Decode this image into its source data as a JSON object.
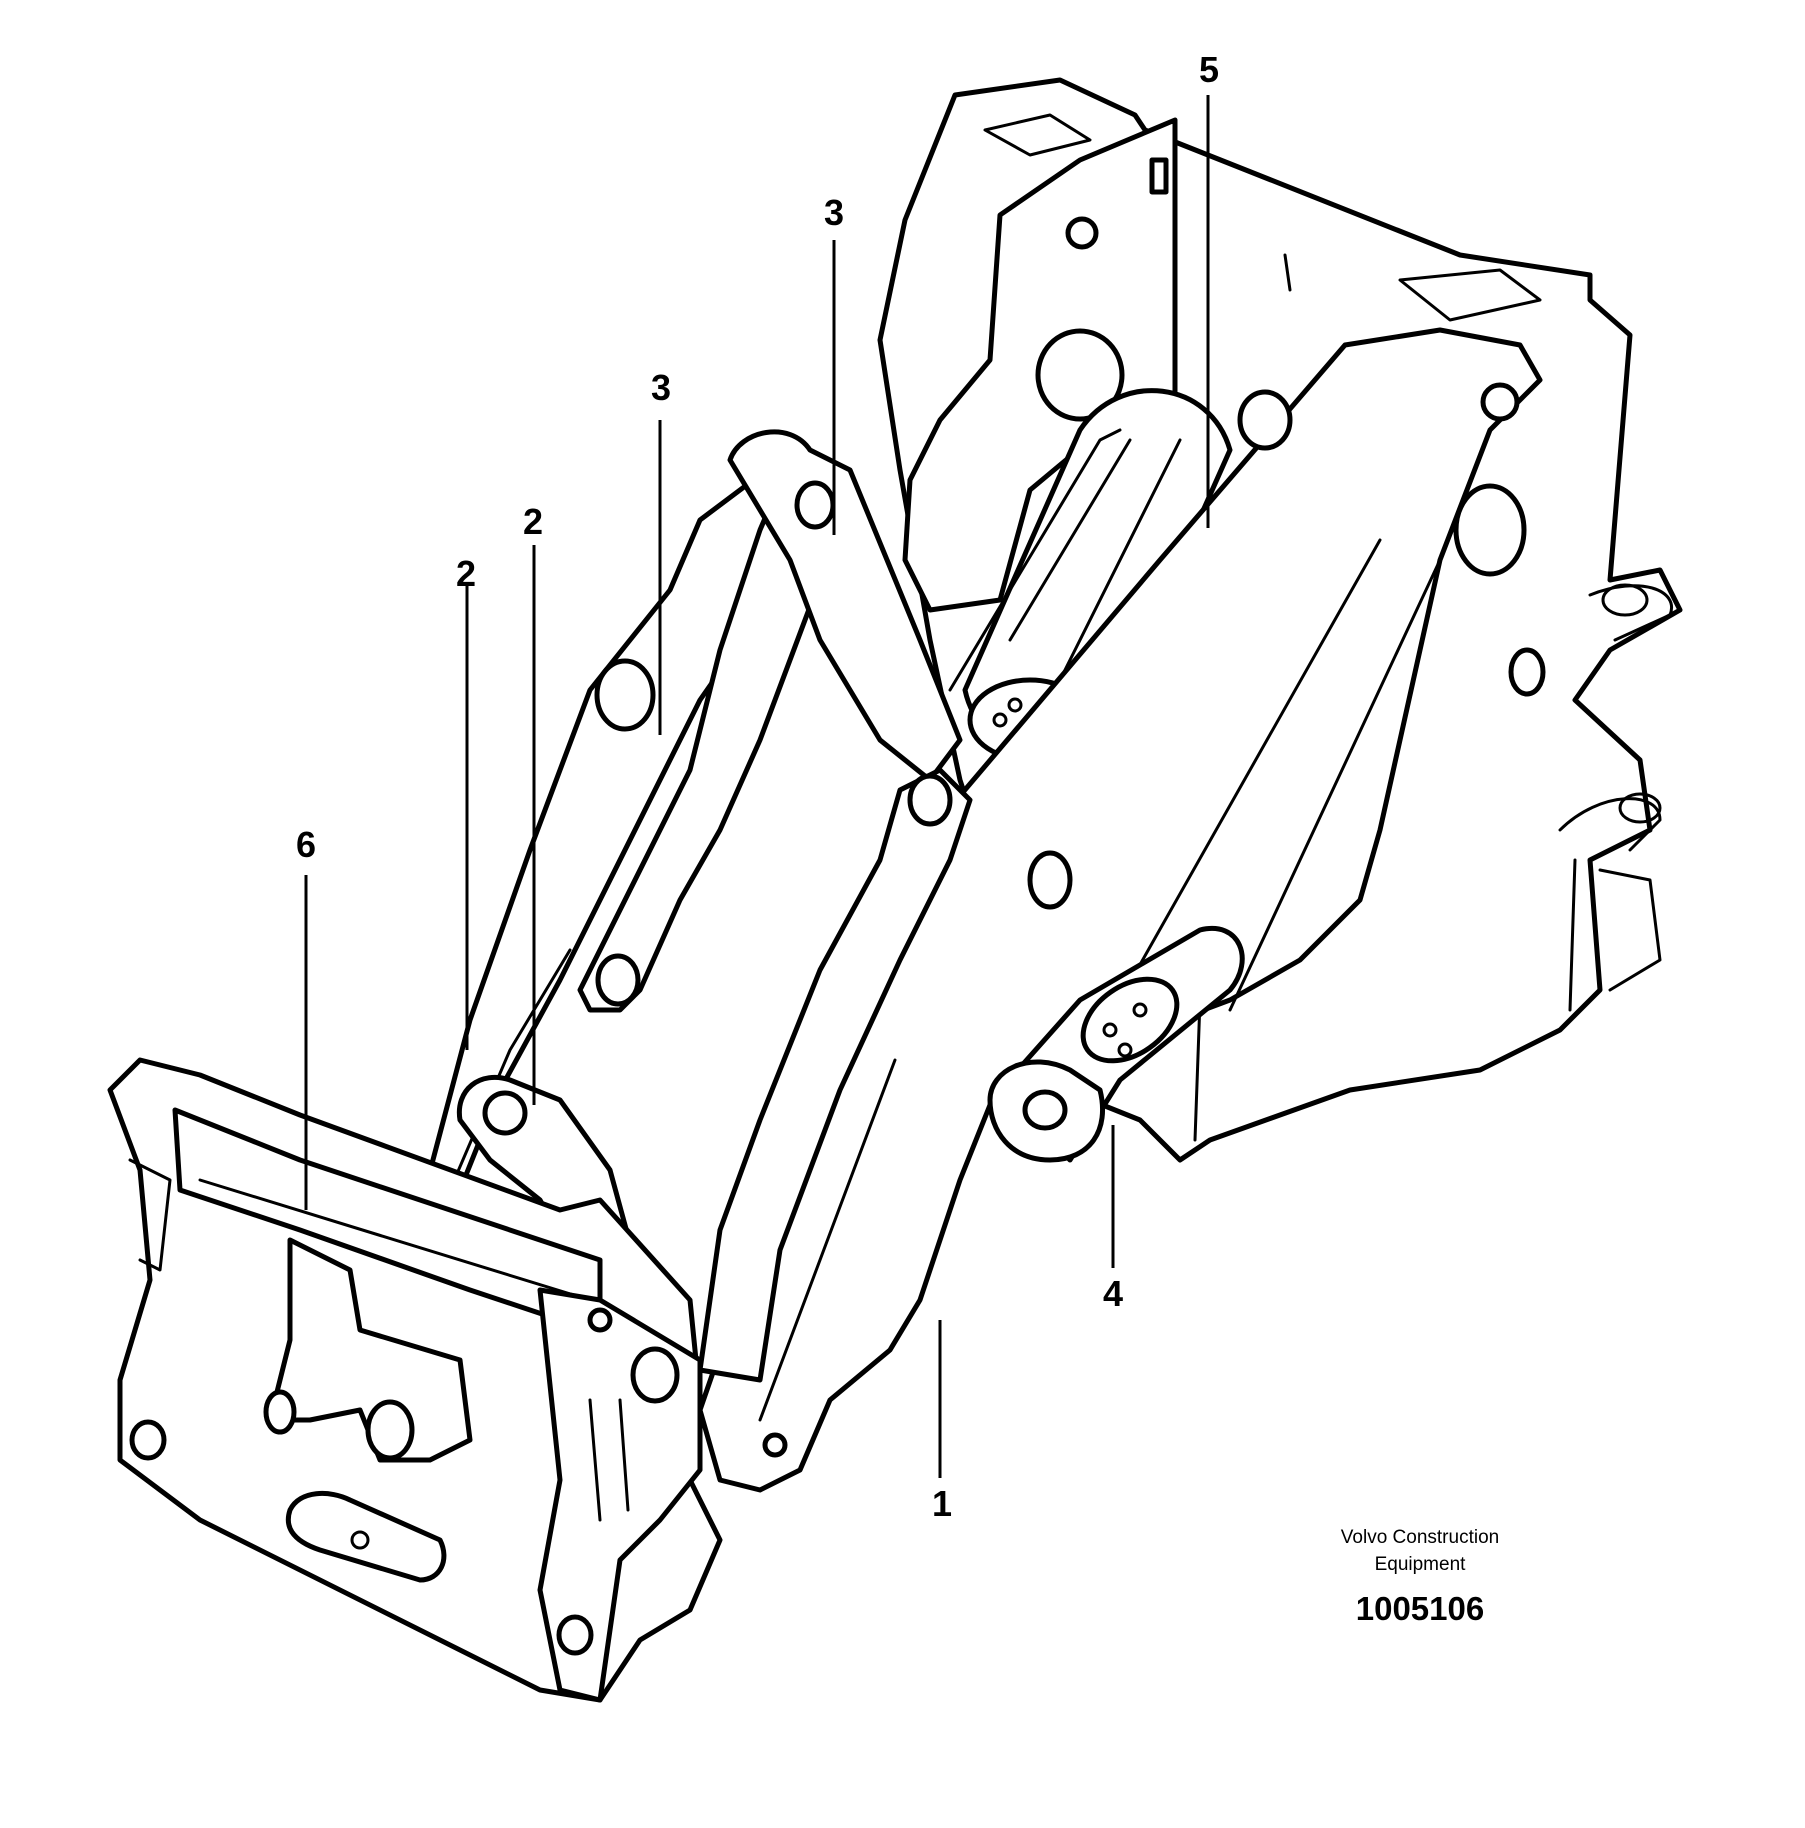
{
  "figure": {
    "callouts": [
      {
        "id": "1",
        "label": "1"
      },
      {
        "id": "2a",
        "label": "2"
      },
      {
        "id": "2b",
        "label": "2"
      },
      {
        "id": "3a",
        "label": "3"
      },
      {
        "id": "3b",
        "label": "3"
      },
      {
        "id": "4",
        "label": "4"
      },
      {
        "id": "5",
        "label": "5"
      },
      {
        "id": "6",
        "label": "6"
      }
    ],
    "maker_line1": "Volvo Construction",
    "maker_line2": "Equipment",
    "drawing_number": "1005106"
  },
  "colors": {
    "line": "#000000",
    "background": "#ffffff"
  }
}
